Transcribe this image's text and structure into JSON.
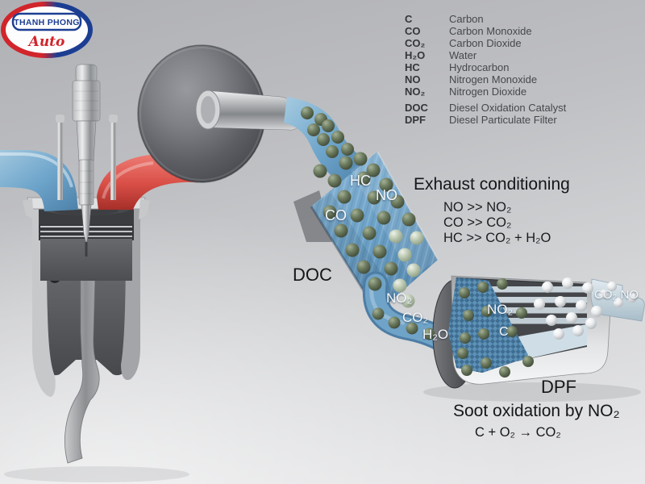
{
  "logo": {
    "line1": "THANH PHONG",
    "line2": "Auto"
  },
  "legend": {
    "rows": [
      {
        "abbr": "C",
        "name": "Carbon"
      },
      {
        "abbr": "CO",
        "name": "Carbon Monoxide"
      },
      {
        "abbr": "CO₂",
        "name": "Carbon Dioxide"
      },
      {
        "abbr": "H₂O",
        "name": "Water"
      },
      {
        "abbr": "HC",
        "name": "Hydrocarbon"
      },
      {
        "abbr": "NO",
        "name": "Nitrogen Monoxide"
      },
      {
        "abbr": "NO₂",
        "name": "Nitrogen Dioxide"
      },
      {
        "abbr": "DOC",
        "name": "Diesel Oxidation Catalyst"
      },
      {
        "abbr": "DPF",
        "name": "Diesel Particulate Filter"
      }
    ]
  },
  "flow_labels": {
    "hc": "HC",
    "no": "NO",
    "co": "CO",
    "no2": "NO₂",
    "co2": "CO₂",
    "h2o": "H₂O",
    "dpf_no2": "NO₂",
    "dpf_c": "C",
    "dpf_out": "CO₂ NO"
  },
  "sections": {
    "doc_label": "DOC",
    "dpf_label": "DPF",
    "exhaust_title": "Exhaust conditioning",
    "exhaust_reactions": [
      "NO >> NO₂",
      "CO >> CO₂",
      "HC >> CO₂ + H₂O"
    ],
    "soot_title": "Soot oxidation by NO₂",
    "soot_reaction": "C + O₂ → CO₂"
  },
  "colors": {
    "pipe_blue": "#6ba3c9",
    "pipe_red": "#d94f47",
    "molecule_dark_green": "#55624a",
    "molecule_white": "#ffffff",
    "brand_blue": "#1c3e92",
    "brand_red": "#d1252b",
    "background_gray": "#c6c7ca"
  }
}
